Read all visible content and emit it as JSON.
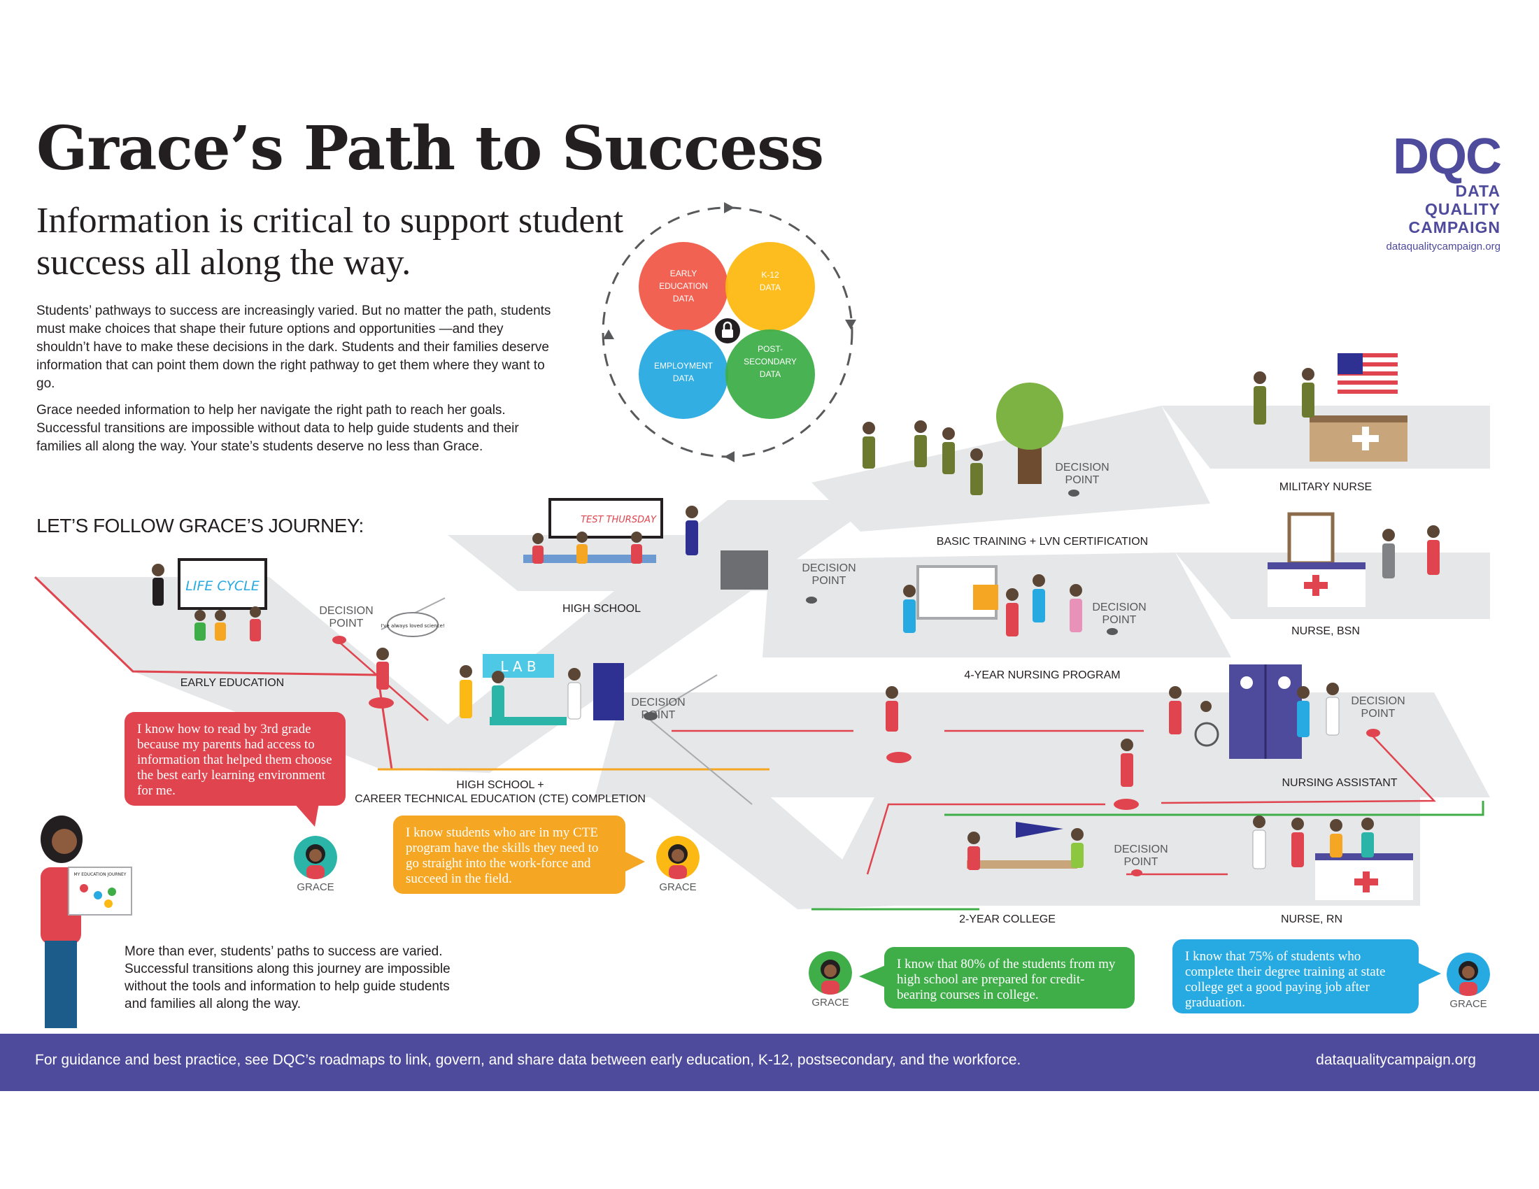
{
  "header": {
    "title": "Grace’s Path to Success",
    "subtitle": "Information is critical to support student success all along the way."
  },
  "intro": {
    "p1": "Students’ pathways to success are increasingly varied. But no matter the path, students must make choices that shape their future options and opportunities —and they shouldn’t have to make these decisions in the dark. Students and their families deserve information that can point them down the right pathway to get them where they want to go.",
    "p2": "Grace needed information to help her navigate the right path to reach her goals. Successful transitions are impossible without data to help guide students and their families all along the way. Your state’s students deserve no less than Grace."
  },
  "logo": {
    "mark": "DQC",
    "line1": "DATA QUALITY",
    "line2": "CAMPAIGN",
    "url": "dataqualitycampaign.org"
  },
  "venn": {
    "early": [
      "EARLY",
      "EDUCATION",
      "DATA"
    ],
    "k12": [
      "K-12",
      "DATA"
    ],
    "employment": [
      "EMPLOYMENT",
      "DATA"
    ],
    "postsecondary": [
      "POST-",
      "SECONDARY",
      "DATA"
    ],
    "colors": {
      "early": "#f15a4a",
      "k12": "#fdb913",
      "employment": "#27aae1",
      "postsecondary": "#3fae49"
    }
  },
  "journey_heading": "LET’S FOLLOW GRACE’S JOURNEY:",
  "scenes": {
    "life_cycle": "LIFE CYCLE",
    "test_thursday": "TEST THURSDAY",
    "lab": "L A B",
    "speech": "I've always loved science!",
    "journey_board": "MY EDUCATION JOURNEY"
  },
  "stations": {
    "early_education": "EARLY EDUCATION",
    "high_school": "HIGH SCHOOL",
    "hs_cte_1": "HIGH SCHOOL +",
    "hs_cte_2": "CAREER TECHNICAL EDUCATION (CTE) COMPLETION",
    "basic_training": "BASIC TRAINING + LVN CERTIFICATION",
    "military_nurse": "MILITARY NURSE",
    "nursing_program": "4-YEAR NURSING PROGRAM",
    "nurse_bsn": "NURSE, BSN",
    "nursing_assistant": "NURSING ASSISTANT",
    "two_year_college": "2-YEAR COLLEGE",
    "nurse_rn": "NURSE, RN"
  },
  "decision_point": [
    "DECISION",
    "POINT"
  ],
  "bubbles": {
    "early": "I know how to read by 3rd grade because my parents had access to information that helped them choose the best early learning environment for me.",
    "cte": "I know students who are in my CTE program have the skills they need to go straight into the work-force and succeed in the field.",
    "college": "I know that 80% of the students from my high school are prepared for credit-bearing courses in college.",
    "state": "I know that 75% of students who complete their degree training at state college get a good paying job after graduation."
  },
  "grace": "GRACE",
  "bottom_text": "More than ever, students’ paths to success are varied. Successful transitions along this journey are impossible without the tools and information to help guide students and families all along the way.",
  "footer": {
    "left": "For guidance and best practice, see DQC’s roadmaps to link, govern, and share data between early education, K-12, postsecondary, and the workforce.",
    "right": "dataqualitycampaign.org"
  }
}
